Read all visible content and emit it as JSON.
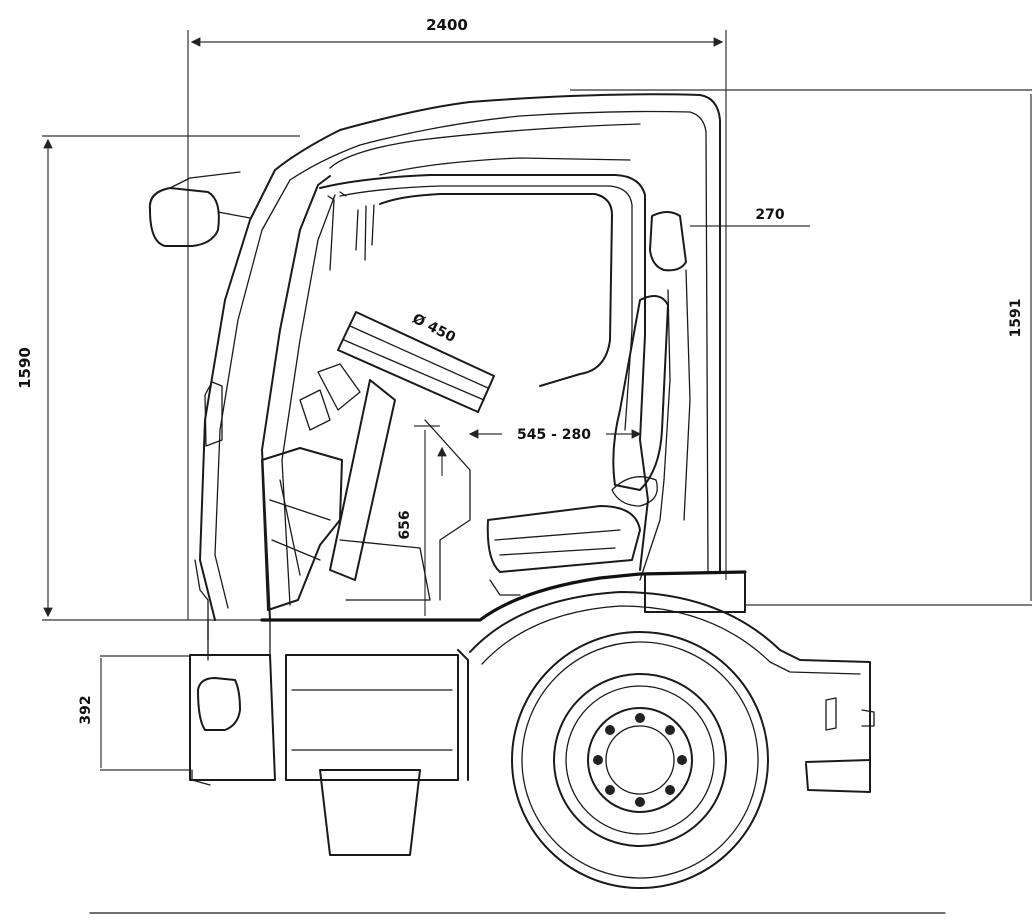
{
  "dimensions": {
    "top_width": "2400",
    "cab_height": "1590",
    "interior_height": "1591",
    "mirror_offset": "270",
    "steering_wheel": "Ø 450",
    "seat_travel": "545 - 280",
    "seat_height": "656",
    "step_height": "392"
  }
}
